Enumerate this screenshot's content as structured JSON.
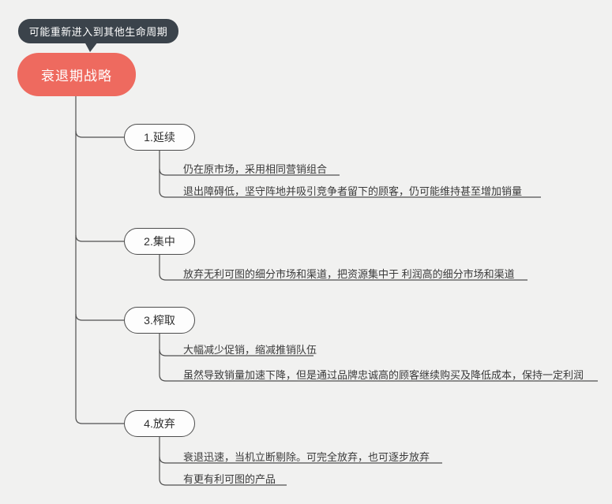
{
  "canvas": {
    "background_color": "#f1f1f0",
    "connector_color": "#4f4f4f"
  },
  "callout": {
    "label": "可能重新进入到其他生命周期",
    "background_color": "#3b434b",
    "text_color": "#ffffff"
  },
  "root": {
    "label": "衰退期战略",
    "background_color": "#ee6a5f",
    "text_color": "#ffffff"
  },
  "branches": [
    {
      "label": "1.延续",
      "children": [
        "仍在原市场，采用相同营销组合",
        "退出障碍低，坚守阵地并吸引竞争者留下的顾客，仍可能维持甚至增加销量"
      ]
    },
    {
      "label": "2.集中",
      "children": [
        "放弃无利可图的细分市场和渠道，把资源集中于 利润高的细分市场和渠道"
      ]
    },
    {
      "label": "3.榨取",
      "children": [
        "大幅减少促销，缩减推销队伍",
        "虽然导致销量加速下降，但是通过品牌忠诚高的顾客继续购买及降低成本，保持一定利润"
      ]
    },
    {
      "label": "4.放弃",
      "children": [
        "衰退迅速，当机立断剔除。可完全放弃，也可逐步放弃",
        "有更有利可图的产品"
      ]
    }
  ]
}
